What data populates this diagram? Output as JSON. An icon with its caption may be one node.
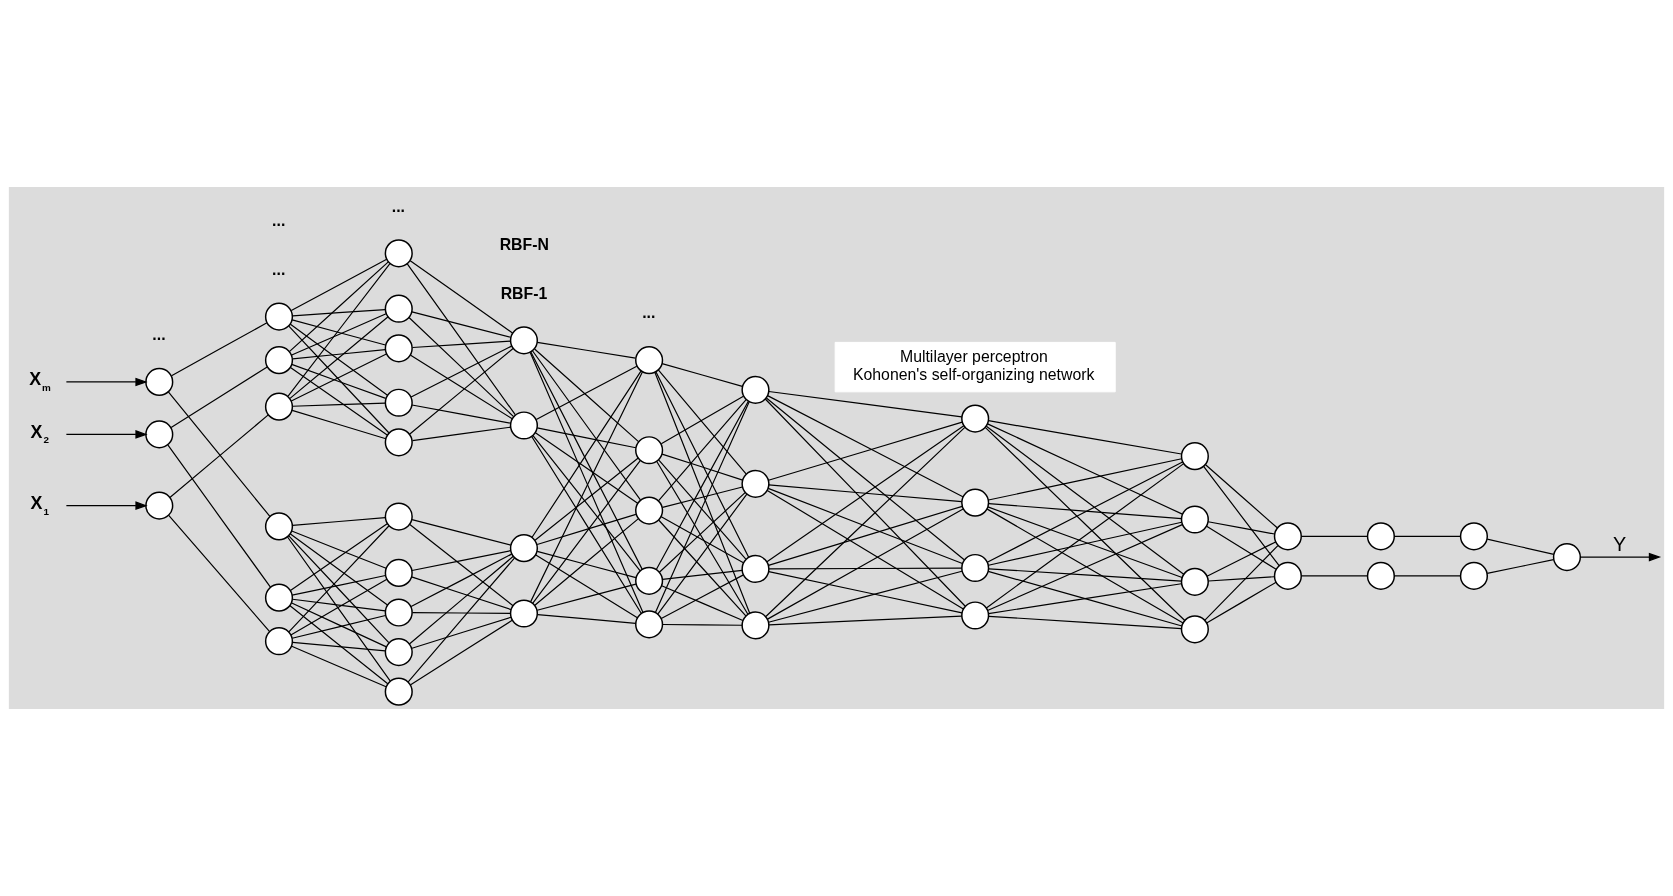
{
  "diagram": {
    "nodes": [
      {
        "text": [
          "X$_{1}$"
        ]
      },
      {
        "text": [
          "X$_{2}$"
        ]
      },
      {
        "text": [
          "X$_{m}$"
        ]
      },
      {
        "text": [],
        "shape": "circle"
      },
      {
        "text": [],
        "shape": "circle"
      },
      {
        "text": [],
        "shape": "circle"
      },
      {
        "text": [],
        "shape": "circle"
      },
      {
        "text": [],
        "shape": "circle"
      },
      {
        "text": [],
        "shape": "circle"
      },
      {
        "text": [],
        "shape": "circle"
      },
      {
        "text": [],
        "shape": "circle"
      },
      {
        "text": [],
        "shape": "circle"
      },
      {
        "text": [],
        "shape": "circle"
      },
      {
        "text": [],
        "shape": "circle"
      },
      {
        "text": [],
        "shape": "circle"
      },
      {
        "text": [],
        "shape": "circle"
      },
      {
        "text": [],
        "shape": "circle"
      },
      {
        "text": [],
        "shape": "circle"
      },
      {
        "text": [],
        "shape": "circle"
      },
      {
        "text": [],
        "shape": "circle"
      },
      {
        "text": [],
        "shape": "circle"
      },
      {
        "text": [],
        "shape": "circle"
      },
      {
        "text": [],
        "shape": "circle"
      },
      {
        "text": [],
        "shape": "circle"
      },
      {
        "text": [],
        "shape": "circle"
      },
      {
        "text": [],
        "shape": "circle"
      },
      {
        "text": [],
        "shape": "circle"
      },
      {
        "text": [],
        "shape": "circle"
      },
      {
        "text": [],
        "shape": "circle"
      },
      {
        "text": [],
        "shape": "circle"
      },
      {
        "text": [],
        "shape": "circle"
      },
      {
        "text": [],
        "shape": "circle"
      },
      {
        "text": [],
        "shape": "circle"
      },
      {
        "text": [],
        "shape": "circle"
      },
      {
        "text": [],
        "shape": "circle"
      },
      {
        "text": [],
        "shape": "circle"
      },
      {
        "text": [],
        "shape": "circle"
      },
      {
        "text": [],
        "shape": "circle"
      },
      {
        "text": [],
        "shape": "circle"
      },
      {
        "text": [],
        "shape": "circle"
      },
      {
        "text": [],
        "shape": "circle"
      },
      {
        "text": [],
        "shape": "circle"
      },
      {
        "text": [],
        "shape": "circle"
      },
      {
        "text": [],
        "shape": "circle"
      },
      {
        "text": [],
        "shape": "circle"
      },
      {
        "text": [],
        "shape": "circle"
      },
      {
        "text": [],
        "shape": "circle"
      },
      {
        "text": [],
        "shape": "circle"
      },
      {
        "text": [],
        "shape": "circle"
      },
      {
        "text": [],
        "shape": "circle"
      },
      {
        "text": [
          "Multilayer perceptron",
          "Kohonen's self-organizing network"
        ]
      }
    ],
    "edges": [
      {
        "from": 0,
        "to": 3,
        "arrow": "to"
      },
      {
        "from": 1,
        "to": 4,
        "arrow": "to"
      },
      {
        "from": 2,
        "to": 5,
        "arrow": "to"
      },
      {
        "from": 3,
        "to": 6,
        "arrow": "none"
      },
      {
        "from": 3,
        "to": 9,
        "arrow": "none"
      },
      {
        "from": 4,
        "to": 7,
        "arrow": "none"
      },
      {
        "from": 4,
        "to": 10,
        "arrow": "none"
      },
      {
        "from": 5,
        "to": 8,
        "arrow": "none"
      },
      {
        "from": 5,
        "to": 11,
        "arrow": "none"
      },
      {
        "from": 6,
        "to": 12,
        "arrow": "none"
      },
      {
        "from": 6,
        "to": 13,
        "arrow": "none"
      },
      {
        "from": 6,
        "to": 14,
        "arrow": "none"
      },
      {
        "from": 6,
        "to": 15,
        "arrow": "none"
      },
      {
        "from": 6,
        "to": 16,
        "arrow": "none"
      },
      {
        "from": 7,
        "to": 12,
        "arrow": "none"
      },
      {
        "from": 7,
        "to": 13,
        "arrow": "none"
      },
      {
        "from": 7,
        "to": 14,
        "arrow": "none"
      },
      {
        "from": 7,
        "to": 15,
        "arrow": "none"
      },
      {
        "from": 7,
        "to": 16,
        "arrow": "none"
      },
      {
        "from": 8,
        "to": 12,
        "arrow": "none"
      },
      {
        "from": 8,
        "to": 13,
        "arrow": "none"
      },
      {
        "from": 8,
        "to": 14,
        "arrow": "none"
      },
      {
        "from": 8,
        "to": 15,
        "arrow": "none"
      },
      {
        "from": 8,
        "to": 16,
        "arrow": "none"
      },
      {
        "from": 12,
        "to": 17,
        "arrow": "none"
      },
      {
        "from": 12,
        "to": 18,
        "arrow": "none"
      },
      {
        "from": 13,
        "to": 17,
        "arrow": "none"
      },
      {
        "from": 13,
        "to": 18,
        "arrow": "none"
      },
      {
        "from": 14,
        "to": 17,
        "arrow": "none"
      },
      {
        "from": 14,
        "to": 18,
        "arrow": "none"
      },
      {
        "from": 15,
        "to": 17,
        "arrow": "none"
      },
      {
        "from": 15,
        "to": 18,
        "arrow": "none"
      },
      {
        "from": 16,
        "to": 17,
        "arrow": "none"
      },
      {
        "from": 16,
        "to": 18,
        "arrow": "none"
      },
      {
        "from": 9,
        "to": 19,
        "arrow": "none"
      },
      {
        "from": 9,
        "to": 20,
        "arrow": "none"
      },
      {
        "from": 9,
        "to": 21,
        "arrow": "none"
      },
      {
        "from": 9,
        "to": 22,
        "arrow": "none"
      },
      {
        "from": 9,
        "to": 23,
        "arrow": "none"
      },
      {
        "from": 10,
        "to": 19,
        "arrow": "none"
      },
      {
        "from": 10,
        "to": 20,
        "arrow": "none"
      },
      {
        "from": 10,
        "to": 21,
        "arrow": "none"
      },
      {
        "from": 10,
        "to": 22,
        "arrow": "none"
      },
      {
        "from": 10,
        "to": 23,
        "arrow": "none"
      },
      {
        "from": 11,
        "to": 19,
        "arrow": "none"
      },
      {
        "from": 11,
        "to": 20,
        "arrow": "none"
      },
      {
        "from": 11,
        "to": 21,
        "arrow": "none"
      },
      {
        "from": 11,
        "to": 22,
        "arrow": "none"
      },
      {
        "from": 11,
        "to": 23,
        "arrow": "none"
      },
      {
        "from": 19,
        "to": 24,
        "arrow": "none"
      },
      {
        "from": 19,
        "to": 25,
        "arrow": "none"
      },
      {
        "from": 20,
        "to": 24,
        "arrow": "none"
      },
      {
        "from": 20,
        "to": 25,
        "arrow": "none"
      },
      {
        "from": 21,
        "to": 24,
        "arrow": "none"
      },
      {
        "from": 21,
        "to": 25,
        "arrow": "none"
      },
      {
        "from": 22,
        "to": 24,
        "arrow": "none"
      },
      {
        "from": 22,
        "to": 25,
        "arrow": "none"
      },
      {
        "from": 23,
        "to": 24,
        "arrow": "none"
      },
      {
        "from": 23,
        "to": 25,
        "arrow": "none"
      },
      {
        "from": 17,
        "to": 26,
        "arrow": "none"
      },
      {
        "from": 17,
        "to": 27,
        "arrow": "none"
      },
      {
        "from": 17,
        "to": 28,
        "arrow": "none"
      },
      {
        "from": 17,
        "to": 29,
        "arrow": "none"
      },
      {
        "from": 17,
        "to": 30,
        "arrow": "none"
      },
      {
        "from": 18,
        "to": 26,
        "arrow": "none"
      },
      {
        "from": 18,
        "to": 27,
        "arrow": "none"
      },
      {
        "from": 18,
        "to": 28,
        "arrow": "none"
      },
      {
        "from": 18,
        "to": 29,
        "arrow": "none"
      },
      {
        "from": 18,
        "to": 30,
        "arrow": "none"
      },
      {
        "from": 24,
        "to": 26,
        "arrow": "none"
      },
      {
        "from": 24,
        "to": 27,
        "arrow": "none"
      },
      {
        "from": 24,
        "to": 28,
        "arrow": "none"
      },
      {
        "from": 24,
        "to": 29,
        "arrow": "none"
      },
      {
        "from": 24,
        "to": 30,
        "arrow": "none"
      },
      {
        "from": 25,
        "to": 26,
        "arrow": "none"
      },
      {
        "from": 25,
        "to": 27,
        "arrow": "none"
      },
      {
        "from": 25,
        "to": 28,
        "arrow": "none"
      },
      {
        "from": 25,
        "to": 29,
        "arrow": "none"
      },
      {
        "from": 25,
        "to": 30,
        "arrow": "none"
      },
      {
        "from": 26,
        "to": 31,
        "arrow": "none"
      },
      {
        "from": 26,
        "to": 32,
        "arrow": "none"
      },
      {
        "from": 26,
        "to": 33,
        "arrow": "none"
      },
      {
        "from": 26,
        "to": 34,
        "arrow": "none"
      },
      {
        "from": 27,
        "to": 31,
        "arrow": "none"
      },
      {
        "from": 27,
        "to": 32,
        "arrow": "none"
      },
      {
        "from": 27,
        "to": 33,
        "arrow": "none"
      },
      {
        "from": 27,
        "to": 34,
        "arrow": "none"
      },
      {
        "from": 28,
        "to": 31,
        "arrow": "none"
      },
      {
        "from": 28,
        "to": 32,
        "arrow": "none"
      },
      {
        "from": 28,
        "to": 33,
        "arrow": "none"
      },
      {
        "from": 28,
        "to": 34,
        "arrow": "none"
      },
      {
        "from": 29,
        "to": 31,
        "arrow": "none"
      },
      {
        "from": 29,
        "to": 32,
        "arrow": "none"
      },
      {
        "from": 29,
        "to": 33,
        "arrow": "none"
      },
      {
        "from": 29,
        "to": 34,
        "arrow": "none"
      },
      {
        "from": 30,
        "to": 31,
        "arrow": "none"
      },
      {
        "from": 30,
        "to": 32,
        "arrow": "none"
      },
      {
        "from": 30,
        "to": 33,
        "arrow": "none"
      },
      {
        "from": 30,
        "to": 34,
        "arrow": "none"
      },
      {
        "from": 31,
        "to": 35,
        "arrow": "none"
      },
      {
        "from": 31,
        "to": 36,
        "arrow": "none"
      },
      {
        "from": 31,
        "to": 37,
        "arrow": "none"
      },
      {
        "from": 31,
        "to": 38,
        "arrow": "none"
      },
      {
        "from": 32,
        "to": 35,
        "arrow": "none"
      },
      {
        "from": 32,
        "to": 36,
        "arrow": "none"
      },
      {
        "from": 32,
        "to": 37,
        "arrow": "none"
      },
      {
        "from": 32,
        "to": 38,
        "arrow": "none"
      },
      {
        "from": 33,
        "to": 35,
        "arrow": "none"
      },
      {
        "from": 33,
        "to": 36,
        "arrow": "none"
      },
      {
        "from": 33,
        "to": 37,
        "arrow": "none"
      },
      {
        "from": 33,
        "to": 38,
        "arrow": "none"
      },
      {
        "from": 34,
        "to": 35,
        "arrow": "none"
      },
      {
        "from": 34,
        "to": 36,
        "arrow": "none"
      },
      {
        "from": 34,
        "to": 37,
        "arrow": "none"
      },
      {
        "from": 34,
        "to": 38,
        "arrow": "none"
      },
      {
        "from": 35,
        "to": 39,
        "arrow": "none"
      },
      {
        "from": 35,
        "to": 40,
        "arrow": "none"
      },
      {
        "from": 35,
        "to": 41,
        "arrow": "none"
      },
      {
        "from": 35,
        "to": 42,
        "arrow": "none"
      },
      {
        "from": 36,
        "to": 39,
        "arrow": "none"
      },
      {
        "from": 36,
        "to": 40,
        "arrow": "none"
      },
      {
        "from": 36,
        "to": 41,
        "arrow": "none"
      },
      {
        "from": 36,
        "to": 42,
        "arrow": "none"
      },
      {
        "from": 37,
        "to": 39,
        "arrow": "none"
      },
      {
        "from": 37,
        "to": 40,
        "arrow": "none"
      },
      {
        "from": 37,
        "to": 41,
        "arrow": "none"
      },
      {
        "from": 37,
        "to": 42,
        "arrow": "none"
      },
      {
        "from": 38,
        "to": 39,
        "arrow": "none"
      },
      {
        "from": 38,
        "to": 40,
        "arrow": "none"
      },
      {
        "from": 38,
        "to": 41,
        "arrow": "none"
      },
      {
        "from": 38,
        "to": 42,
        "arrow": "none"
      },
      {
        "from": 39,
        "to": 43,
        "arrow": "none"
      },
      {
        "from": 39,
        "to": 44,
        "arrow": "none"
      },
      {
        "from": 40,
        "to": 43,
        "arrow": "none"
      },
      {
        "from": 40,
        "to": 44,
        "arrow": "none"
      },
      {
        "from": 41,
        "to": 43,
        "arrow": "none"
      },
      {
        "from": 41,
        "to": 44,
        "arrow": "none"
      },
      {
        "from": 42,
        "to": 43,
        "arrow": "none"
      },
      {
        "from": 42,
        "to": 44,
        "arrow": "none"
      },
      {
        "from": 43,
        "to": 45,
        "arrow": "none"
      },
      {
        "from": 44,
        "to": 46,
        "arrow": "none"
      },
      {
        "from": 45,
        "to": 48,
        "arrow": "none"
      },
      {
        "from": 46,
        "to": 47,
        "arrow": "none"
      },
      {
        "from": 47,
        "to": 49,
        "arrow": "none"
      },
      {
        "from": 48,
        "to": 49,
        "arrow": "none"
      },
      {
        "from": 49,
        "to": null,
        "arrow": "to",
        "label": "Y"
      }
    ],
    "labels": [
      "RBF-1",
      "...",
      "...",
      "...",
      "...",
      "...",
      "RBF-N"
    ]
  }
}
